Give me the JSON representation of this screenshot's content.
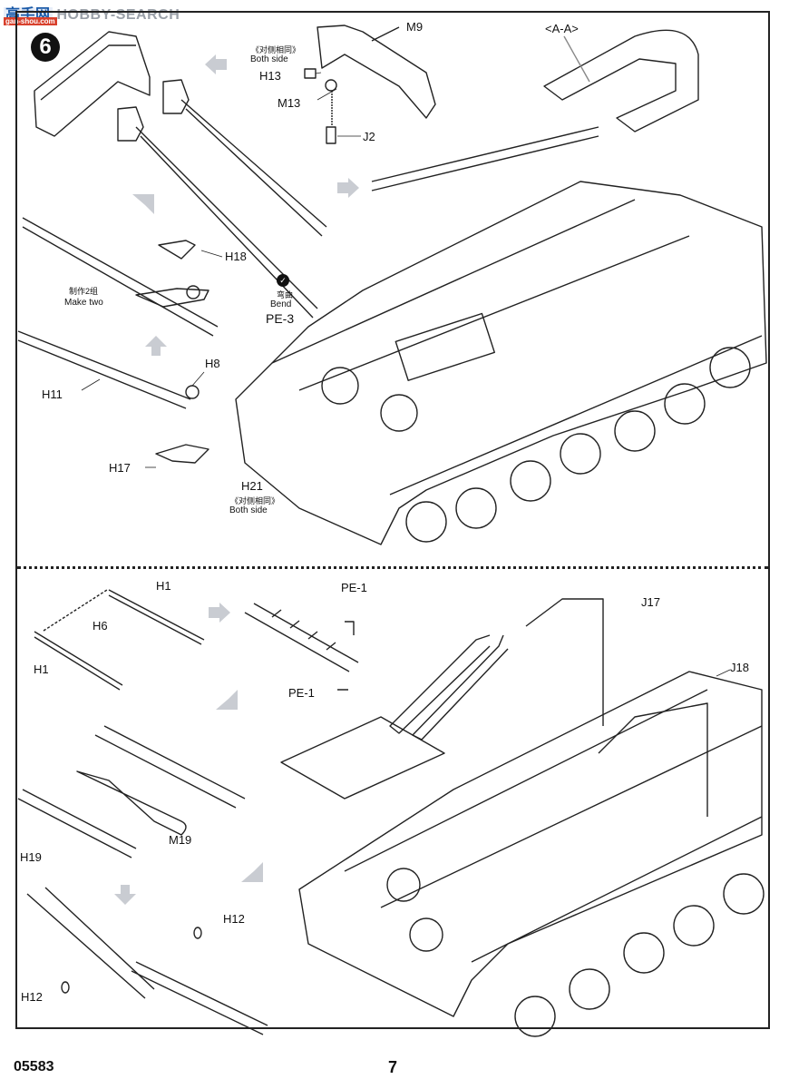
{
  "watermark": {
    "logo": "高手网",
    "brand": "HOBBY-SEARCH",
    "sub": "gan-shou.com"
  },
  "step": {
    "number": "6"
  },
  "top_section": {
    "labels": {
      "m9": "M9",
      "both_side_cn_1": "《对侧相同》",
      "both_side_en_1": "Both side",
      "h13": "H13",
      "m13": "M13",
      "j2": "J2",
      "section_aa": "<A-A>",
      "h18": "H18",
      "make_two_cn": "制作2组",
      "make_two_en": "Make two",
      "bend_cn": "弯曲",
      "bend_en": "Bend",
      "pe3": "PE-3",
      "h8": "H8",
      "h11": "H11",
      "h17": "H17",
      "h21": "H21",
      "both_side_cn_2": "《对侧相同》",
      "both_side_en_2": "Both side"
    },
    "bend_icon": "✓"
  },
  "bottom_section": {
    "labels": {
      "h1_top": "H1",
      "h6": "H6",
      "h1_bottom": "H1",
      "pe1_top": "PE-1",
      "pe1_bottom": "PE-1",
      "j17": "J17",
      "j18": "J18",
      "m19": "M19",
      "h19": "H19",
      "h12_right": "H12",
      "h12_left": "H12"
    }
  },
  "footer": {
    "kit_code": "05583",
    "page_number": "7"
  }
}
